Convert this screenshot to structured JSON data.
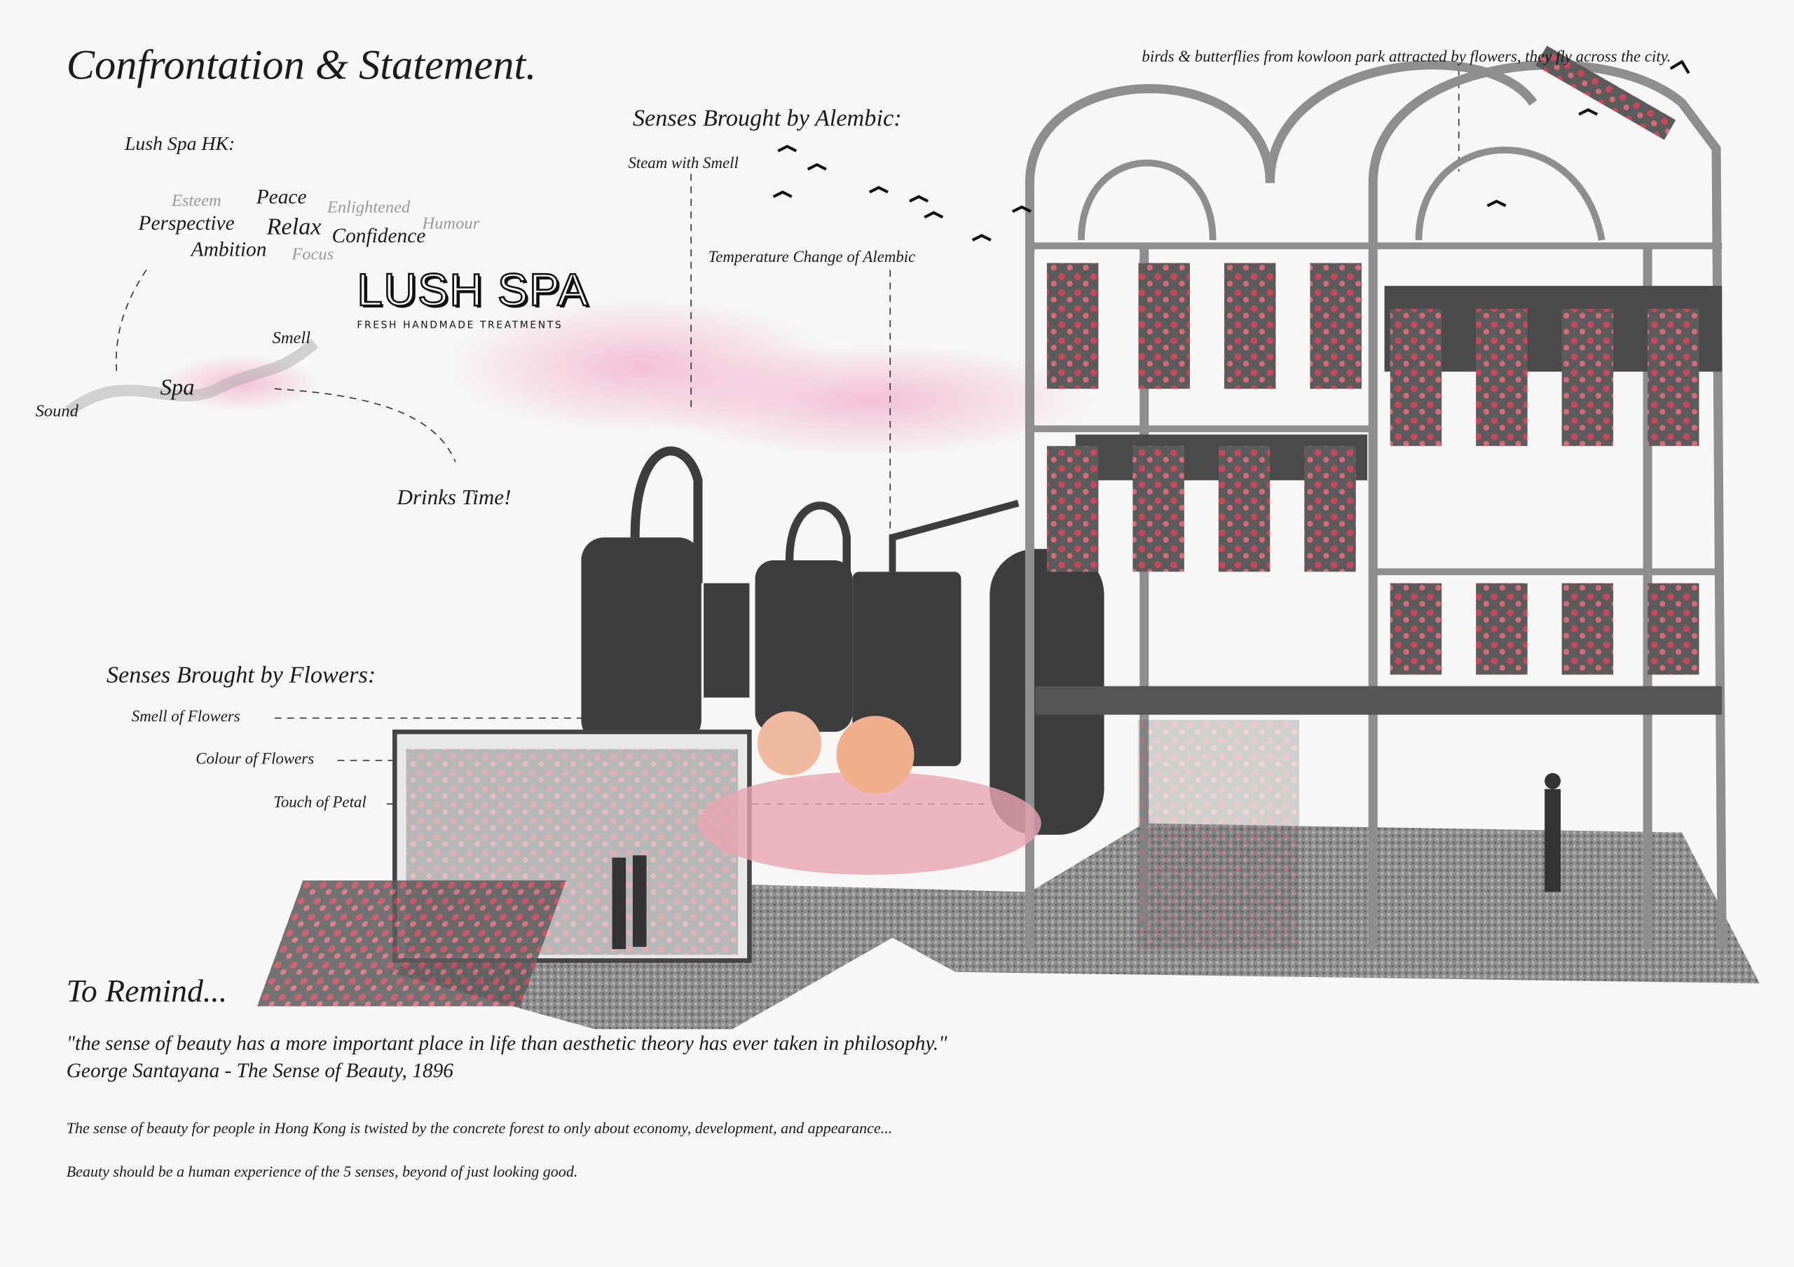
{
  "title": "Confrontation & Statement.",
  "lush": {
    "heading": "Lush Spa HK:",
    "words": {
      "esteem": "Esteem",
      "peace": "Peace",
      "enlightened": "Enlightened",
      "perspective": "Perspective",
      "relax": "Relax",
      "humour": "Humour",
      "confidence": "Confidence",
      "ambition": "Ambition",
      "focus": "Focus"
    },
    "logo": "LUSH SPA",
    "logo_sub": "FRESH HANDMADE TREATMENTS",
    "smell": "Smell",
    "spa": "Spa",
    "sound": "Sound",
    "drinks": "Drinks Time!"
  },
  "alembic": {
    "heading": "Senses Brought by Alembic:",
    "steam": "Steam with Smell",
    "temperature": "Temperature Change of Alembic"
  },
  "birds_note": "birds & butterflies from kowloon park attracted by flowers, they fly across the city.",
  "flowers": {
    "heading": "Senses Brought by Flowers:",
    "smell": "Smell of Flowers",
    "colour": "Colour of Flowers",
    "touch": "Touch of Petal"
  },
  "remind": {
    "heading": "To Remind...",
    "quote": "\"the sense of beauty has a more important place in life than aesthetic theory has ever taken in philosophy.\"",
    "attribution": "George Santayana - The Sense of Beauty, 1896",
    "para1": "The sense of beauty for people in Hong Kong is twisted by the concrete forest to only about economy, development, and appearance...",
    "para2": "Beauty should be a human experience of the 5 senses, beyond of just looking good."
  },
  "colors": {
    "rose": "#c8485a",
    "pink_smoke": "#f2b6cf",
    "steel": "#4a4a4a"
  }
}
